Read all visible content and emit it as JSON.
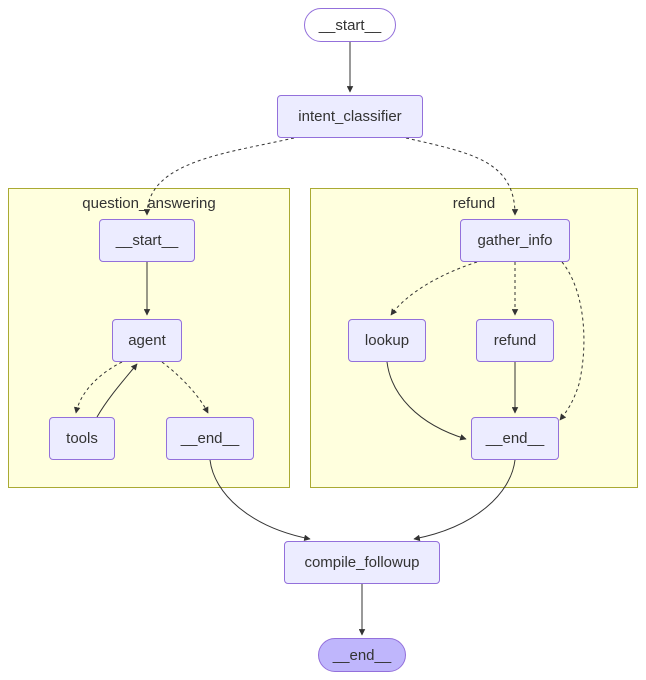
{
  "diagram": {
    "type": "flowchart",
    "colors": {
      "node_fill": "#ECECFF",
      "node_border": "#9370DB",
      "cluster_fill": "#FFFFDE",
      "cluster_border": "#AAAA33",
      "first_node_fill": "#FFFFFF",
      "last_node_fill": "#BFB6FC",
      "edge": "#333333",
      "text": "#333333",
      "background": "#FFFFFF"
    }
  },
  "nodes": {
    "start_top": {
      "label": "__start__"
    },
    "intent_classifier": {
      "label": "intent_classifier"
    },
    "qa_start": {
      "label": "__start__"
    },
    "agent": {
      "label": "agent"
    },
    "tools": {
      "label": "tools"
    },
    "qa_end": {
      "label": "__end__"
    },
    "gather_info": {
      "label": "gather_info"
    },
    "lookup": {
      "label": "lookup"
    },
    "refund": {
      "label": "refund"
    },
    "refund_end": {
      "label": "__end__"
    },
    "compile_followup": {
      "label": "compile_followup"
    },
    "end_bottom": {
      "label": "__end__"
    }
  },
  "clusters": {
    "question_answering": {
      "label": "question_answering"
    },
    "refund": {
      "label": "refund"
    }
  },
  "edges": [
    {
      "from": "__start__",
      "to": "intent_classifier",
      "style": "solid"
    },
    {
      "from": "intent_classifier",
      "to": "question_answering.__start__",
      "style": "dotted"
    },
    {
      "from": "intent_classifier",
      "to": "refund.gather_info",
      "style": "dotted"
    },
    {
      "from": "question_answering.__start__",
      "to": "agent",
      "style": "solid"
    },
    {
      "from": "agent",
      "to": "tools",
      "style": "dotted"
    },
    {
      "from": "tools",
      "to": "agent",
      "style": "solid"
    },
    {
      "from": "agent",
      "to": "question_answering.__end__",
      "style": "dotted"
    },
    {
      "from": "gather_info",
      "to": "lookup",
      "style": "dotted"
    },
    {
      "from": "gather_info",
      "to": "refund",
      "style": "dotted"
    },
    {
      "from": "gather_info",
      "to": "refund.__end__",
      "style": "dotted"
    },
    {
      "from": "lookup",
      "to": "refund.__end__",
      "style": "solid"
    },
    {
      "from": "refund",
      "to": "refund.__end__",
      "style": "solid"
    },
    {
      "from": "question_answering.__end__",
      "to": "compile_followup",
      "style": "solid"
    },
    {
      "from": "refund.__end__",
      "to": "compile_followup",
      "style": "solid"
    },
    {
      "from": "compile_followup",
      "to": "__end__",
      "style": "solid"
    }
  ]
}
